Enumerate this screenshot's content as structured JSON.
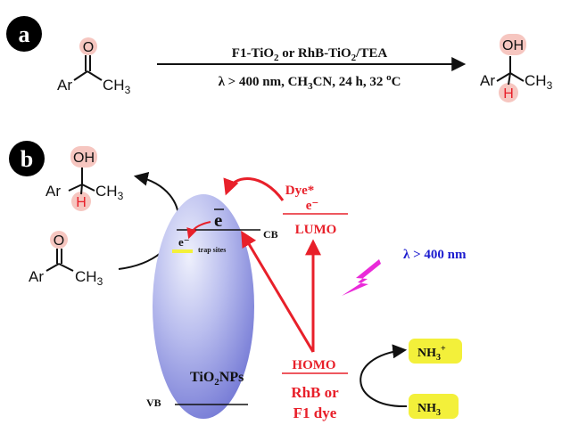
{
  "panel_a": {
    "label": "a",
    "reactant": {
      "ar": "Ar",
      "o": "O",
      "ch3": "CH",
      "ch3_sub": "3"
    },
    "conditions_top": {
      "p1": "F1-TiO",
      "s1": "2",
      "p2": " or RhB-TiO",
      "s2": "2",
      "p3": "/TEA"
    },
    "conditions_bottom": {
      "p1": "λ > 400 nm, CH",
      "s1": "3",
      "p2": "CN, 24 h, 32 ",
      "sup": "o",
      "p3": "C"
    },
    "product": {
      "ar": "Ar",
      "oh": "OH",
      "h": "H",
      "ch3": "CH",
      "ch3_sub": "3"
    }
  },
  "panel_b": {
    "label": "b",
    "product": {
      "ar": "Ar",
      "oh": "OH",
      "h": "H",
      "ch3": "CH",
      "ch3_sub": "3"
    },
    "reactant": {
      "ar": "Ar",
      "o": "O",
      "ch3": "CH",
      "ch3_sub": "3"
    },
    "electron_cb": "e",
    "electron_trap": "e⁻",
    "trap_label": "trap sites",
    "cb_label": "CB",
    "vb_label": "VB",
    "tio2": {
      "p1": "TiO",
      "s1": "2",
      "p2": "NPs"
    },
    "dye_excited": "Dye*",
    "lumo_electron": "e⁻",
    "lumo": "LUMO",
    "homo": "HOMO",
    "dye_name_1": "RhB or",
    "dye_name_2": "F1 dye",
    "light": "λ > 400 nm",
    "nh3_plus": {
      "p1": "NH",
      "s1": "3",
      "sup": "+"
    },
    "nh3": {
      "p1": "NH",
      "s1": "3"
    }
  },
  "colors": {
    "dark": "#111111",
    "red": "#e8202a",
    "blue_text": "#1c1ccf",
    "highlight_pink": "#f6c6c0",
    "highlight_yellow": "#f3f03a",
    "ellipse_light": "#dcdff8",
    "ellipse_dark": "#7c82d8",
    "bolt": "#ea2ad9"
  }
}
